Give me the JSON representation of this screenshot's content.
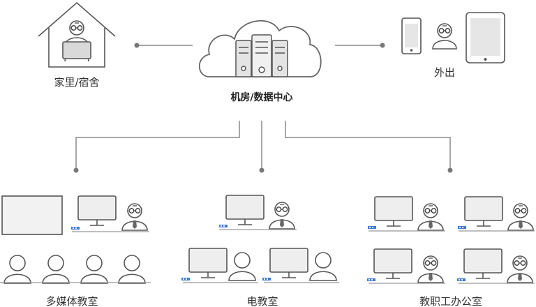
{
  "nodes": {
    "home": {
      "label": "家里/宿舍"
    },
    "datacenter": {
      "label": "机房/数据中心"
    },
    "outside": {
      "label": "外出"
    },
    "multimedia": {
      "label": "多媒体教室"
    },
    "computer_lab": {
      "label": "电教室"
    },
    "staff_office": {
      "label": "教职工办公室"
    }
  },
  "colors": {
    "line": "#8a8a8a",
    "icon_stroke": "#555555",
    "icon_fill": "#f2f2f2",
    "accent_blue": "#3b7bd4",
    "text": "#333333"
  }
}
